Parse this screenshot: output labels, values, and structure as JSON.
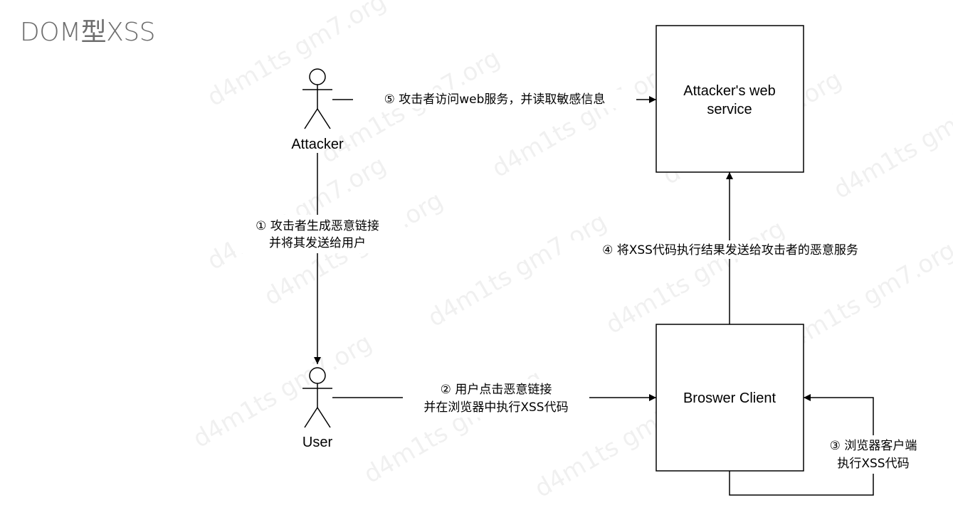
{
  "title": "DOM型XSS",
  "watermark": "d4m1ts gm7.org",
  "actors": {
    "attacker": "Attacker",
    "user": "User"
  },
  "boxes": {
    "attacker_service": [
      "Attacker's web",
      "service"
    ],
    "browser_client": "Broswer Client"
  },
  "edges": {
    "step1": [
      "① 攻击者生成恶意链接",
      "并将其发送给用户"
    ],
    "step2": [
      "② 用户点击恶意链接",
      "并在浏览器中执行XSS代码"
    ],
    "step3": [
      "③ 浏览器客户端",
      "执行XSS代码"
    ],
    "step4": "④ 将XSS代码执行结果发送给攻击者的恶意服务",
    "step5": "⑤ 攻击者访问web服务，并读取敏感信息"
  }
}
